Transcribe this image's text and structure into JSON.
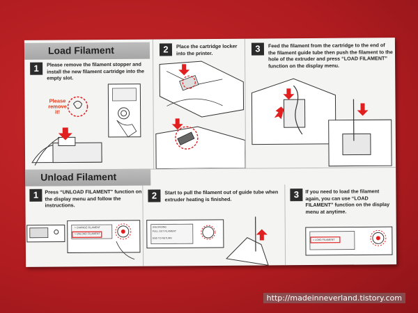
{
  "load": {
    "title": "Load Filament",
    "steps": [
      {
        "num": "1",
        "text": "Please remove the filament stopper and install the new filament cartridge into the empty slot."
      },
      {
        "num": "2",
        "text": "Place the cartridge locker into the printer."
      },
      {
        "num": "3",
        "text": "Feed the filament from the cartridge to the end of the filament guide tube then push the filament to the hole of the extruder and press “LOAD FILAMENT” function on the display menu."
      }
    ],
    "callout": "Please remove it!"
  },
  "unload": {
    "title": "Unload Filament",
    "steps": [
      {
        "num": "1",
        "text": "Press “UNLOAD FILAMENT” function on the display menu and follow the instructions."
      },
      {
        "num": "2",
        "text": "Start to pull the filament out of guide tube when extruder heating is finished."
      },
      {
        "num": "3",
        "text": "If you need to load the filament again, you can use “LOAD FILAMENT” function on the display menu at anytime."
      }
    ]
  },
  "menus": {
    "unload_menu": [
      "> CHANGE FILAMENT",
      "> UNLOAD FILAMENT"
    ],
    "heating_menu": [
      "UNLOADING",
      "PULL OUT FILAMENT",
      "END TO RETURN"
    ],
    "load_menu": [
      "> LOAD FILAMENT"
    ]
  },
  "watermark": "http://madeinneverland.tistory.com",
  "colors": {
    "background": "#b81e22",
    "arrow": "#e02020",
    "card": "#f4f4f2"
  }
}
